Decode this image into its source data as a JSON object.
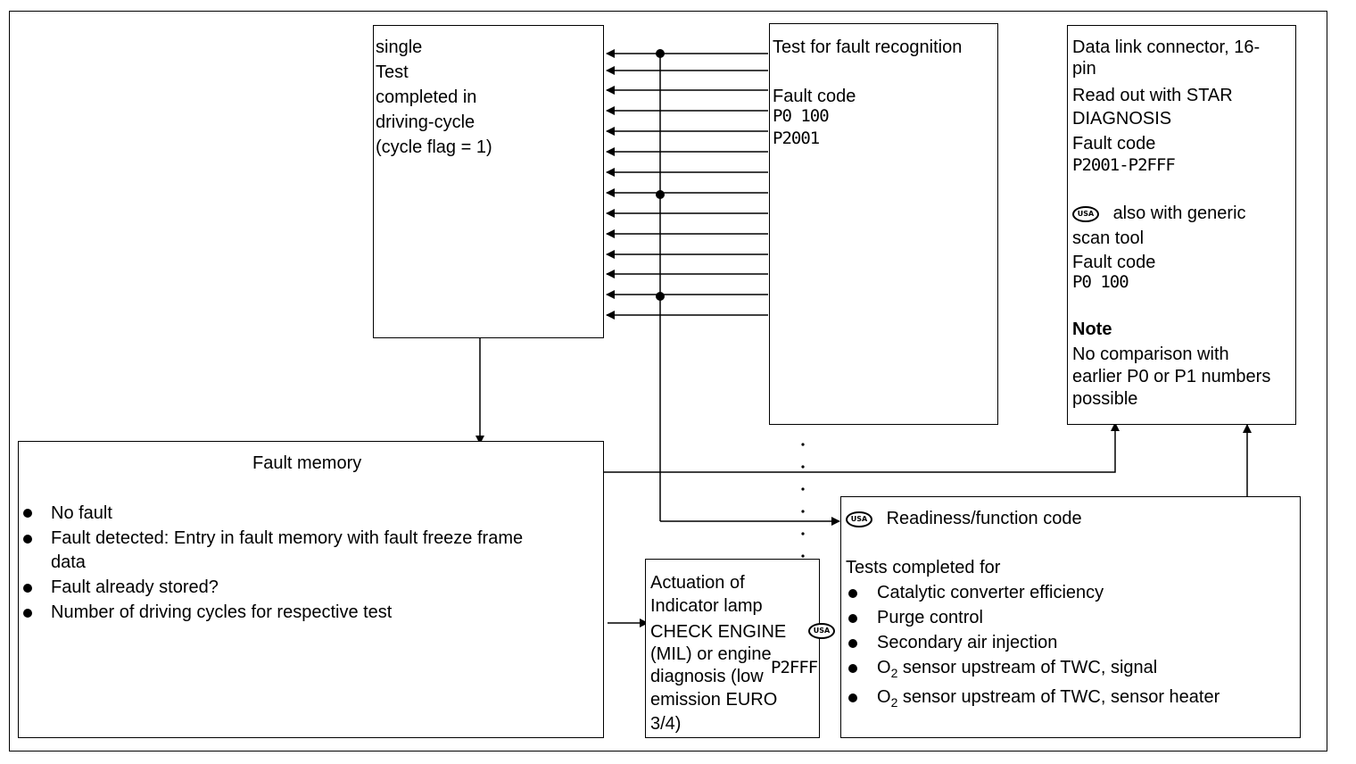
{
  "test_box": {
    "lines": [
      "single",
      "Test",
      "completed in",
      "driving-cycle",
      "(cycle flag = 1)"
    ]
  },
  "fault_recognition": {
    "title": "Test for fault recognition",
    "code_label": "Fault code",
    "code_start": "P0 100",
    "code_next": "P2001",
    "code_end": "P2FFF"
  },
  "data_link": {
    "lines": [
      "Data link connector, 16-",
      "pin",
      "Read out with STAR",
      "DIAGNOSIS",
      "Fault code"
    ],
    "code_range": "P2001-P2FFF",
    "usa_label": "USA",
    "generic_1": "also with generic",
    "generic_2": "scan tool",
    "generic_code_label": "Fault code",
    "generic_code": "P0 100",
    "note_title": "Note",
    "note_lines": [
      "No comparison with",
      "earlier P0 or P1 numbers",
      "possible"
    ]
  },
  "fault_memory": {
    "title": "Fault memory",
    "items": [
      "No fault",
      "Fault detected: Entry in fault memory with fault freeze frame",
      "data",
      "Fault already stored?",
      "Number of driving cycles for respective test"
    ]
  },
  "actuation": {
    "lines": [
      "Actuation of",
      "Indicator lamp",
      "CHECK ENGINE",
      " (MIL) or engine",
      "diagnosis (low",
      "emission EURO",
      "3/4)"
    ]
  },
  "readiness": {
    "title": "Readiness/function code",
    "subtitle": "Tests completed for",
    "items": [
      "Catalytic converter efficiency",
      "Purge control",
      "Secondary air injection",
      "O",
      "O"
    ],
    "o2_sub": "2",
    "o2_signal": " sensor upstream of TWC, signal",
    "o2_heater": " sensor upstream of TWC, sensor heater"
  }
}
